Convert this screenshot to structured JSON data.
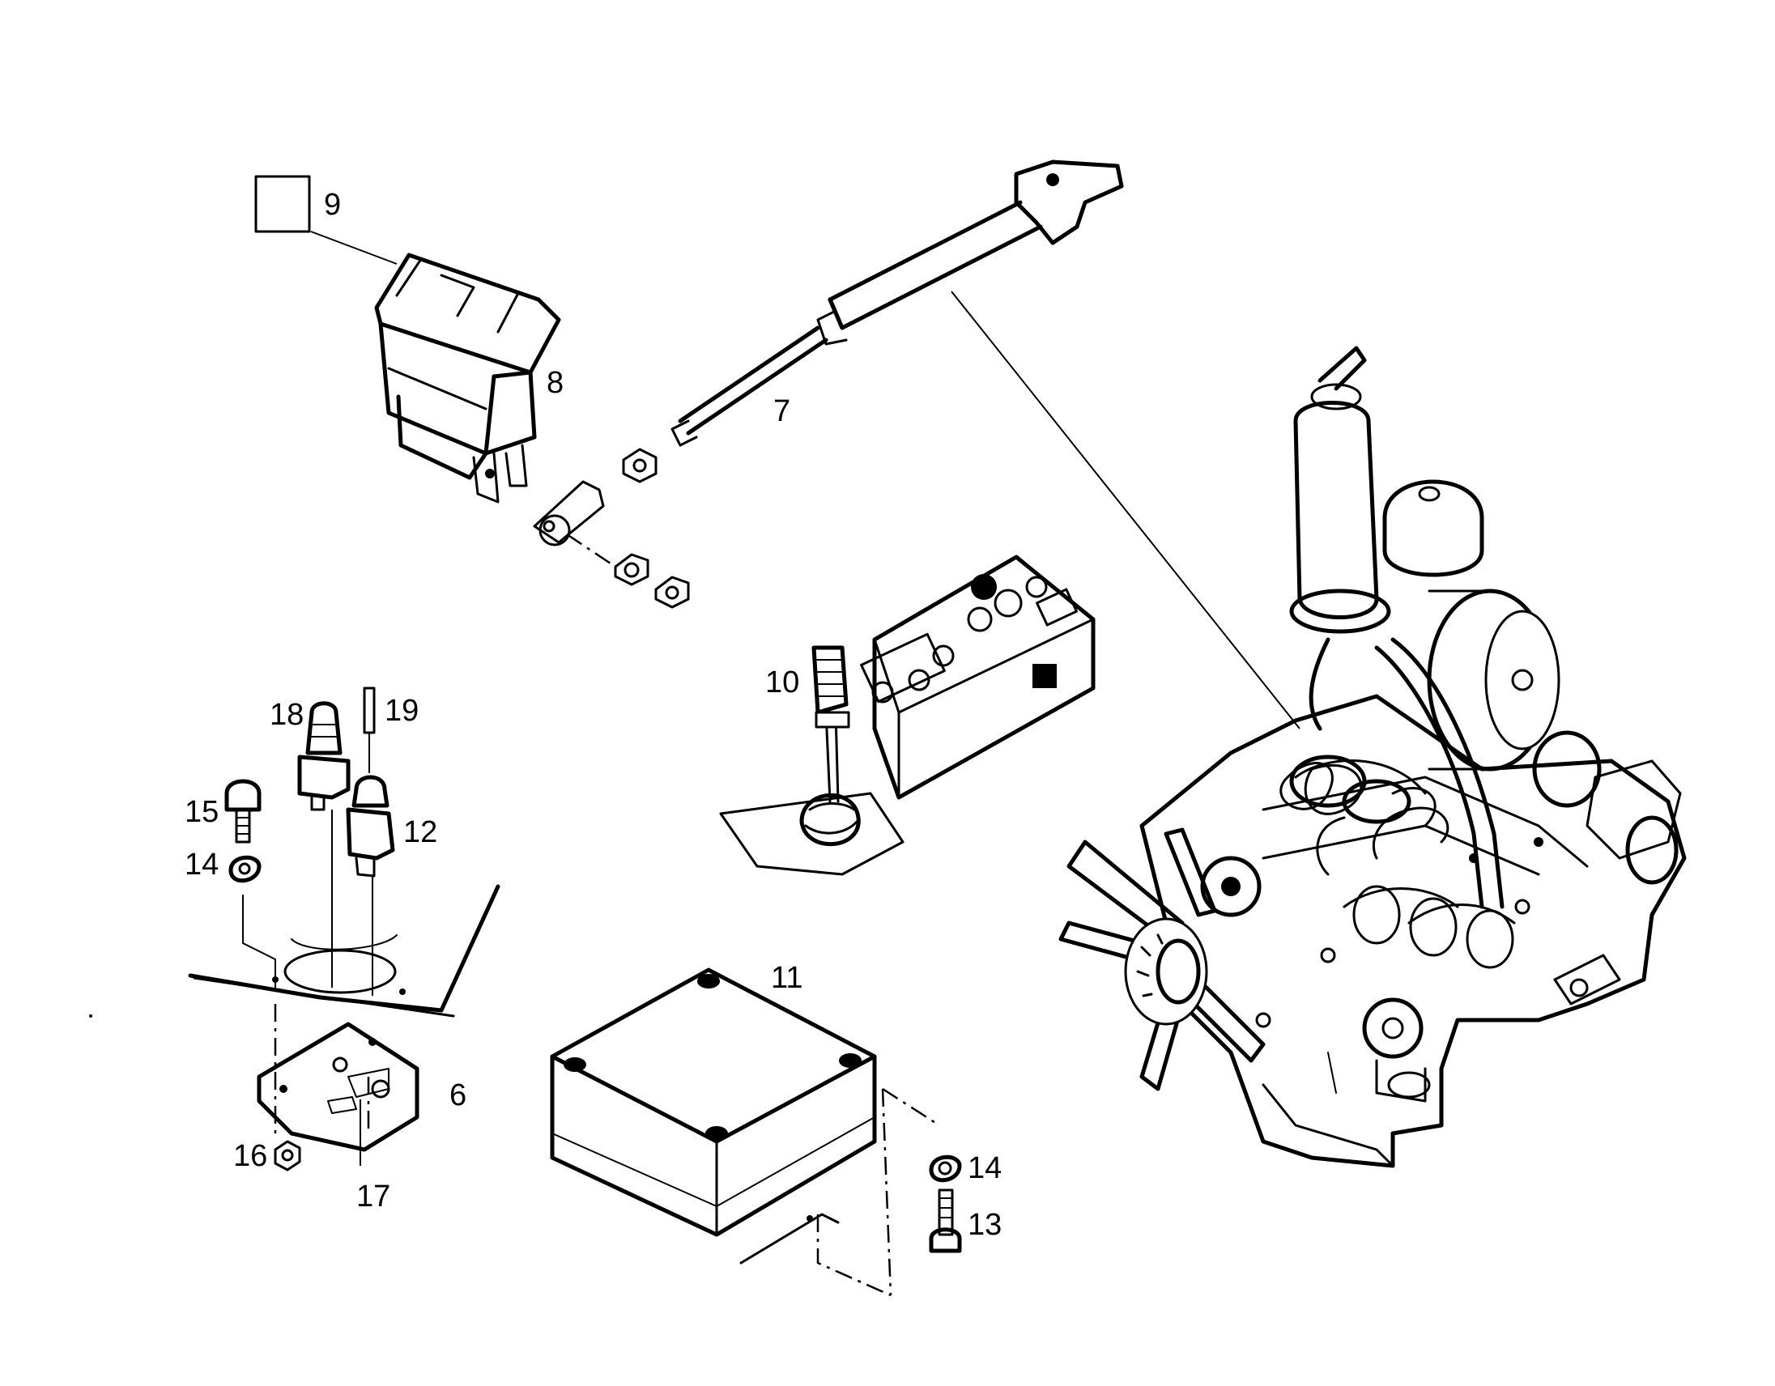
{
  "diagram": {
    "callouts": {
      "c6": "6",
      "c7": "7",
      "c8": "8",
      "c9": "9",
      "c10": "10",
      "c11": "11",
      "c12": "12",
      "c13": "13",
      "c14a": "14",
      "c14b": "14",
      "c15": "15",
      "c16": "16",
      "c17": "17",
      "c18": "18",
      "c19": "19"
    }
  }
}
